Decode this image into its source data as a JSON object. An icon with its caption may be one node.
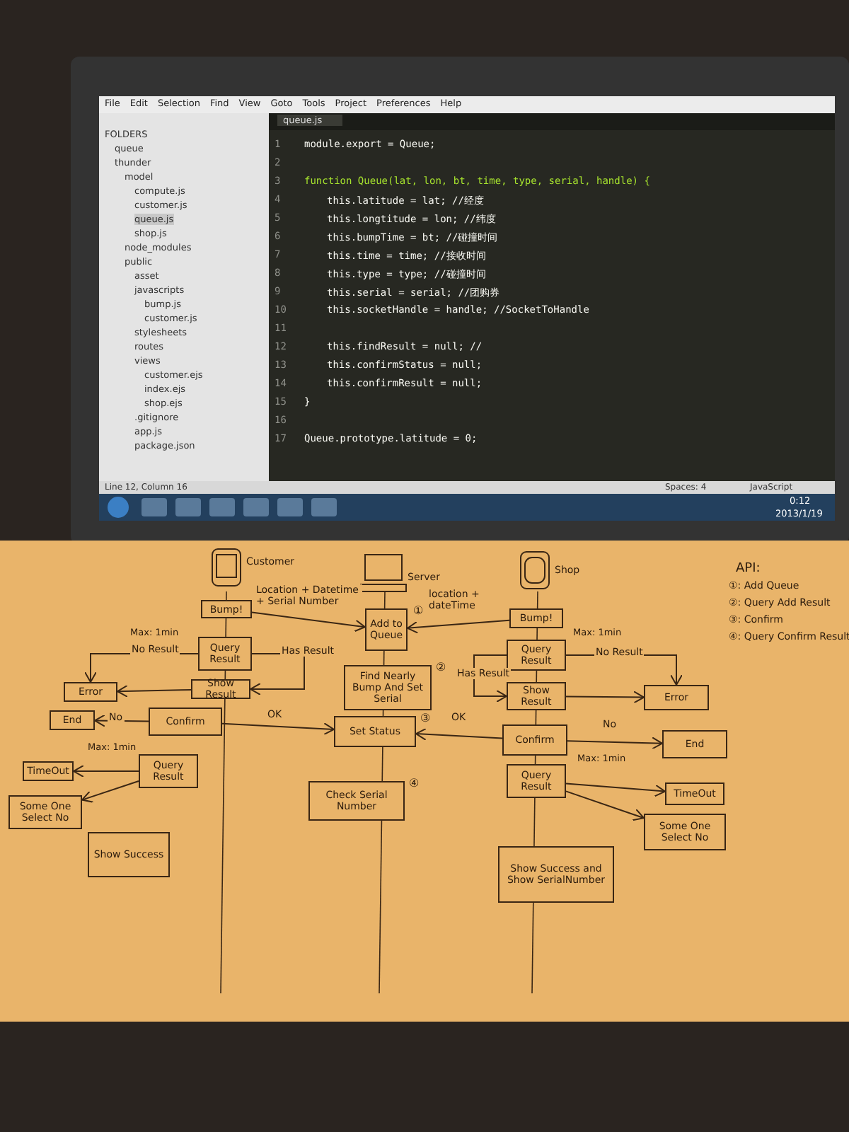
{
  "diagram": {
    "nodes": [
      {
        "text": [
          "Customer"
        ]
      },
      {
        "text": [
          "Server"
        ]
      },
      {
        "text": [
          "Shop"
        ]
      },
      {
        "text": [
          "Bump!"
        ]
      },
      {
        "text": [
          "Add to Queue"
        ],
        "beside": [
          "①"
        ]
      },
      {
        "text": [
          "Bump!"
        ]
      },
      {
        "text": [
          "Query Result"
        ]
      },
      {
        "text": [
          "Show Result"
        ]
      },
      {
        "text": [
          "Error"
        ]
      },
      {
        "text": [
          "Find Nearly Bump And Set Serial"
        ],
        "beside": [
          "②"
        ]
      },
      {
        "text": [
          "Query Result"
        ]
      },
      {
        "text": [
          "Show Result"
        ]
      },
      {
        "text": [
          "Error"
        ]
      },
      {
        "text": [
          "End"
        ]
      },
      {
        "text": [
          "Confirm"
        ]
      },
      {
        "text": [
          "Set Status"
        ],
        "beside": [
          "③"
        ]
      },
      {
        "text": [
          "Confirm"
        ]
      },
      {
        "text": [
          "End"
        ]
      },
      {
        "text": [
          "Query Result"
        ]
      },
      {
        "text": [
          "TimeOut"
        ]
      },
      {
        "text": [
          "Some One Select No"
        ]
      },
      {
        "text": [
          "Check Serial Number"
        ],
        "beside": [
          "④"
        ]
      },
      {
        "text": [
          "Query Result"
        ]
      },
      {
        "text": [
          "TimeOut"
        ]
      },
      {
        "text": [
          "Some One Select No"
        ]
      },
      {
        "text": [
          "Show Success"
        ]
      },
      {
        "text": [
          "Show Success and Show SerialNumber"
        ]
      }
    ],
    "edges": [
      {
        "from": 3,
        "to": 4,
        "arrow": "to",
        "label": "Location + Datetime + Serial Number"
      },
      {
        "from": 5,
        "to": 4,
        "arrow": "to",
        "label": "location + dateTime"
      },
      {
        "from": 6,
        "to": 8,
        "arrow": "to",
        "label": "No Result"
      },
      {
        "from": 6,
        "to": 7,
        "arrow": "to",
        "label": "Has Result"
      },
      {
        "from": 7,
        "to": 8,
        "arrow": "to"
      },
      {
        "from": 10,
        "to": 12,
        "arrow": "to",
        "label": "No Result"
      },
      {
        "from": 10,
        "to": 11,
        "arrow": "to",
        "label": "Has Result"
      },
      {
        "from": 11,
        "to": 12,
        "arrow": "to"
      },
      {
        "from": 14,
        "to": 13,
        "arrow": "to",
        "label": "No"
      },
      {
        "from": 14,
        "to": 15,
        "arrow": "to",
        "label": "OK"
      },
      {
        "from": 16,
        "to": 17,
        "arrow": "to",
        "label": "No"
      },
      {
        "from": 16,
        "to": 15,
        "arrow": "to",
        "label": "OK"
      },
      {
        "from": 18,
        "to": 19,
        "arrow": "to"
      },
      {
        "from": 18,
        "to": 20,
        "arrow": "to"
      },
      {
        "from": 22,
        "to": 23,
        "arrow": "to"
      },
      {
        "from": 22,
        "to": 24,
        "arrow": "to"
      }
    ],
    "labels": [
      "File",
      "Edit",
      "Selection",
      "Find",
      "View",
      "Goto",
      "Tools",
      "Project",
      "Preferences",
      "Help",
      "queue.js",
      "FOLDERS",
      "queue",
      "thunder",
      "model",
      "compute.js",
      "customer.js",
      "queue.js",
      "shop.js",
      "node_modules",
      "public",
      "asset",
      "javascripts",
      "bump.js",
      "customer.js",
      "stylesheets",
      "routes",
      "views",
      "customer.ejs",
      "index.ejs",
      "shop.ejs",
      ".gitignore",
      "app.js",
      "package.json",
      "1",
      "2",
      "3",
      "4",
      "5",
      "6",
      "7",
      "8",
      "9",
      "10",
      "11",
      "12",
      "13",
      "14",
      "15",
      "16",
      "17",
      "module.export = Queue;",
      "function Queue(lat, lon, bt, time, type, serial, handle) {",
      "this.latitude = lat; //经度",
      "this.longtitude = lon; //纬度",
      "this.bumpTime = bt; //碰撞时间",
      "this.time = time; //接收时间",
      "this.type = type; //碰撞时间",
      "this.serial = serial; //团购券",
      "this.socketHandle = handle; //SocketToHandle",
      "this.findResult = null; //",
      "this.confirmStatus = null;",
      "this.confirmResult = null;",
      "}",
      "Queue.prototype.latitude = 0;",
      "Line 12, Column 16",
      "Spaces: 4",
      "JavaScript",
      "0:12",
      "2013/1/19",
      "API:",
      "①: Add Queue",
      "②: Query Add Result",
      "③: Confirm",
      "④: Query Confirm Result",
      "Max: 1min",
      "Max: 1min",
      "Max: 1min",
      "Max: 1min"
    ]
  }
}
